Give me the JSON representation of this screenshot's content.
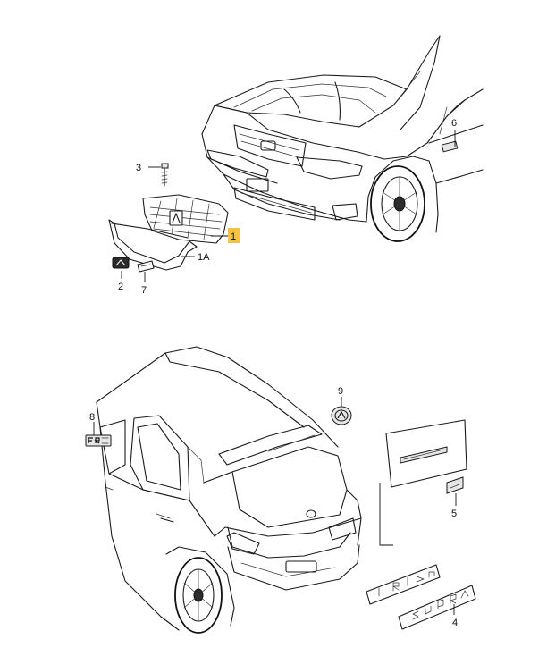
{
  "colors": {
    "line": "#1a1a1a",
    "highlight": "#f5c242",
    "background": "#ffffff"
  },
  "callouts": {
    "grille": "1",
    "frame": "1A",
    "emblem_front": "2",
    "screw": "3",
    "lettering_supra": "4",
    "badge_side": "5",
    "badge_fender": "6",
    "clip": "7",
    "badge_fr": "8",
    "emblem_rear": "9"
  },
  "highlighted_callout": "1"
}
